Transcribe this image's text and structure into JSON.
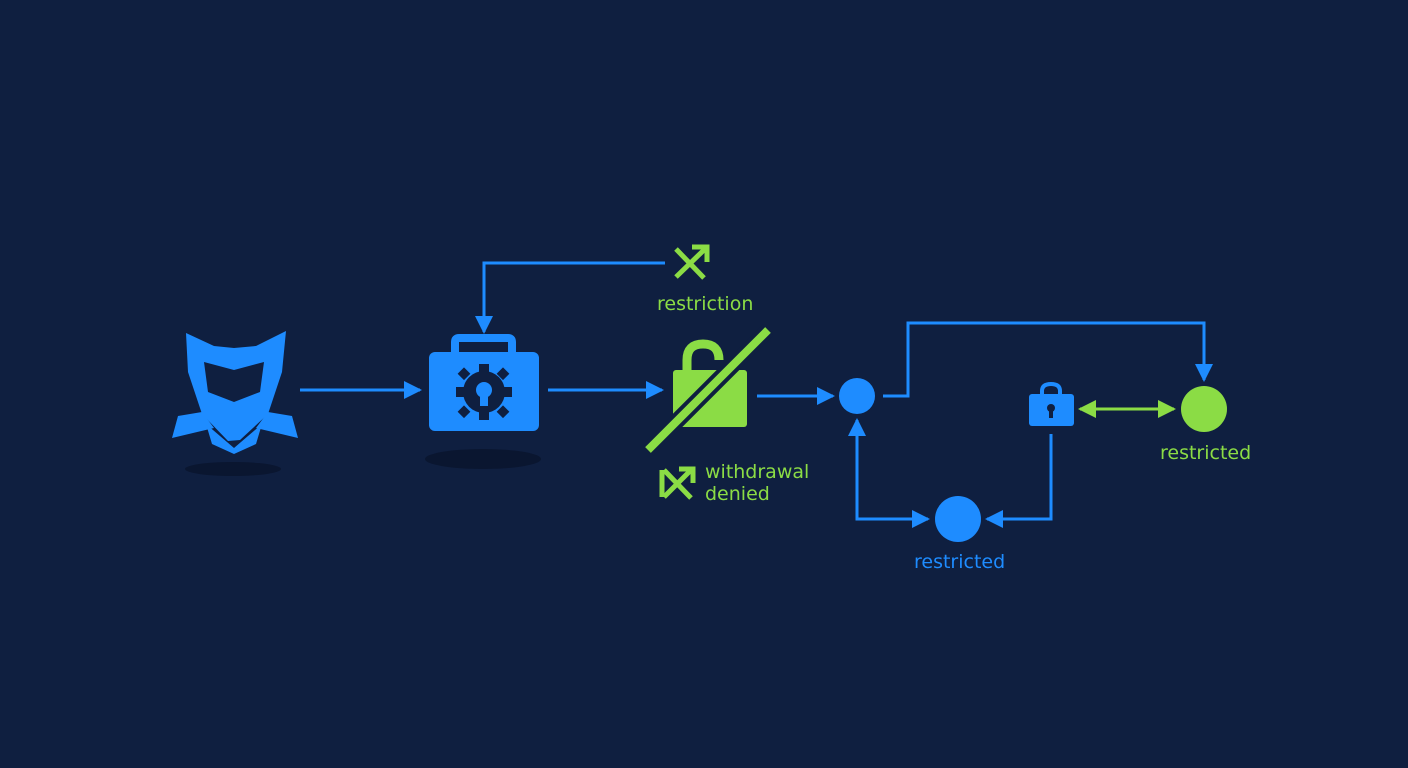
{
  "colors": {
    "background": "#0f1f40",
    "blue": "#1e8cff",
    "green": "#8bdc45",
    "shadow": "#0a1630"
  },
  "nodes": [
    {
      "id": "mask",
      "icon": "mask-shield-icon",
      "color": "blue"
    },
    {
      "id": "toolbox",
      "icon": "toolbox-gear-icon",
      "color": "blue"
    },
    {
      "id": "unlocked-lock",
      "icon": "unlocked-padlock-struck-icon",
      "color": "green"
    },
    {
      "id": "junction",
      "icon": "dot",
      "color": "blue"
    },
    {
      "id": "small-lock",
      "icon": "padlock-icon",
      "color": "blue"
    },
    {
      "id": "restricted-blue",
      "icon": "dot",
      "color": "blue"
    },
    {
      "id": "restricted-green",
      "icon": "dot",
      "color": "green"
    }
  ],
  "labels": {
    "restriction": "restriction",
    "withdrawal_line1": "withdrawal",
    "withdrawal_line2": "denied",
    "restricted_blue": "restricted",
    "restricted_green": "restricted"
  },
  "icons": {
    "restriction": "crossed-arrow-icon",
    "withdrawal": "crossed-arrow-icon"
  }
}
